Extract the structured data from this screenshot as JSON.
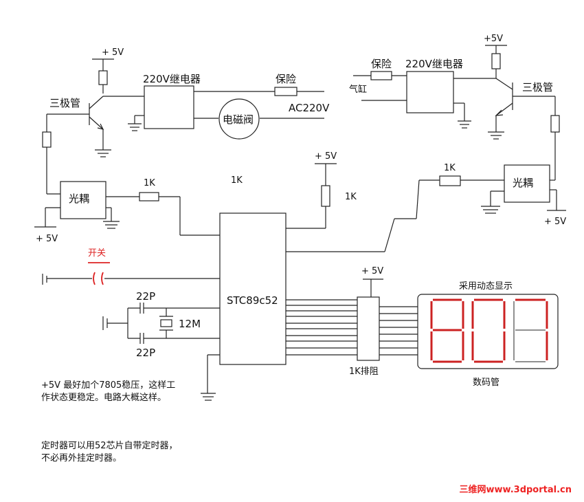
{
  "labels": {
    "v5_top_left": "+ 5V",
    "v5_top_right": "+5V",
    "v5_bottom_left": "+ 5V",
    "v5_bottom_right": "+ 5V",
    "v5_mid": "+ 5V",
    "v5_resnet": "+ 5V",
    "relay_left": "220V继电器",
    "relay_right": "220V继电器",
    "fuse_left": "保险",
    "fuse_right": "保险",
    "cylinder": "气缸",
    "ac220": "AC220V",
    "solenoid": "电磁阀",
    "transistor_left": "三极管",
    "transistor_right": "三极管",
    "optocoupler_left": "光耦",
    "optocoupler_right": "光耦",
    "r1k_left": "1K",
    "r1k_right": "1K",
    "r1k_center": "1K",
    "r1k_pull": "1K",
    "switch": "开关",
    "cap_top": "22P",
    "cap_bottom": "22P",
    "crystal": "12M",
    "mcu": "STC89c52",
    "resistor_network": "1K排阻",
    "display_title": "采用动态显示",
    "display_label": "数码管"
  },
  "notes": {
    "note1": "+5V 最好加个7805稳压，这样工作状态更稳定。电路大概这样。",
    "note2": "定时器可以用52芯片自带定时器，不必再外挂定时器。"
  },
  "watermark": "三维网www.3dportal.cn",
  "colors": {
    "line": "#222222",
    "segment": "#cc2222",
    "switch_mark": "#d22222",
    "watermark": "#e22222"
  }
}
